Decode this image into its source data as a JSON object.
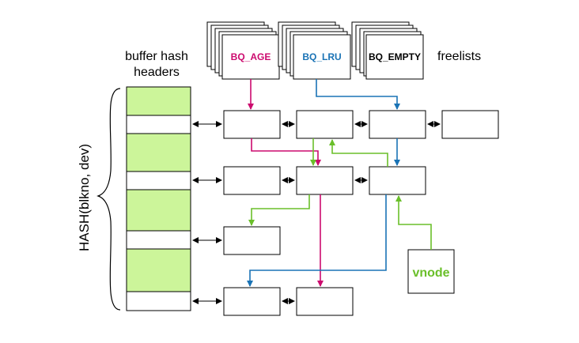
{
  "labels": {
    "buffer_hash_line1": "buffer hash",
    "buffer_hash_line2": "headers",
    "freelists": "freelists",
    "hash_func": "HASH(blkno, dev)",
    "vnode": "vnode"
  },
  "freelists": [
    {
      "name": "BQ_AGE",
      "color": "#cc0a6e"
    },
    {
      "name": "BQ_LRU",
      "color": "#1a73b5"
    },
    {
      "name": "BQ_EMPTY",
      "color": "#000000"
    }
  ],
  "colors": {
    "hash_header_fill": "#ccf59a",
    "age_chain": "#cc0a6e",
    "lru_chain": "#1a73b5",
    "vnode_chain": "#6abf2a",
    "line": "#000000"
  }
}
